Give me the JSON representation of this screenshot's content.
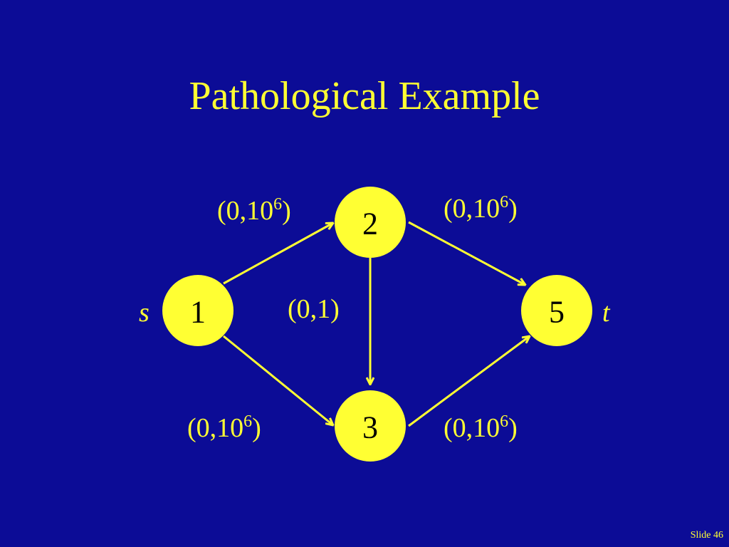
{
  "slide": {
    "title": "Pathological Example",
    "footer_prefix": "Slide",
    "footer_number": "46"
  },
  "colors": {
    "background": "#0c0c96",
    "accent": "#ffff33",
    "node_text": "#000000"
  },
  "graph": {
    "nodes": [
      {
        "id": "1",
        "label": "1"
      },
      {
        "id": "2",
        "label": "2"
      },
      {
        "id": "3",
        "label": "3"
      },
      {
        "id": "5",
        "label": "5"
      }
    ],
    "source_label": "s",
    "sink_label": "t",
    "edges": [
      {
        "from": "1",
        "to": "2",
        "label_base": "(0,10",
        "label_sup": "6",
        "label_close": ")"
      },
      {
        "from": "2",
        "to": "5",
        "label_base": "(0,10",
        "label_sup": "6",
        "label_close": ")"
      },
      {
        "from": "2",
        "to": "3",
        "label_base": "(0,1)",
        "label_sup": "",
        "label_close": ""
      },
      {
        "from": "1",
        "to": "3",
        "label_base": "(0,10",
        "label_sup": "6",
        "label_close": ")"
      },
      {
        "from": "3",
        "to": "5",
        "label_base": "(0,10",
        "label_sup": "6",
        "label_close": ")"
      }
    ]
  }
}
